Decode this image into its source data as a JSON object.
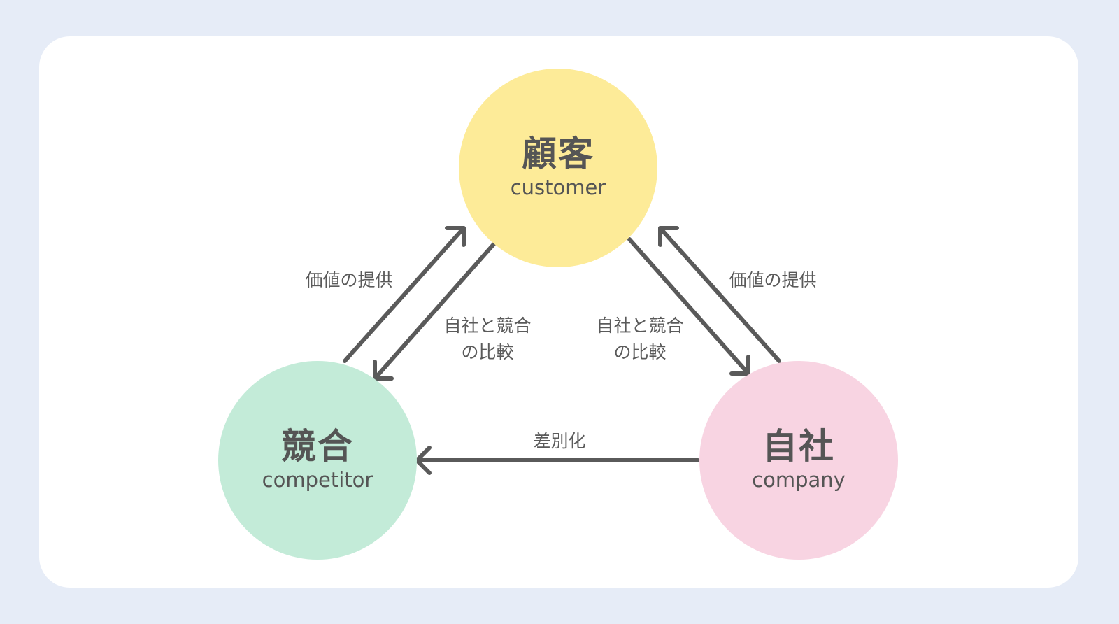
{
  "colors": {
    "background": "#e6ecf7",
    "card": "#ffffff",
    "customer": "#fdeb98",
    "competitor": "#c3ebd8",
    "company": "#f8d4e2",
    "arrow": "#5a5a5a",
    "text": "#555555"
  },
  "nodes": {
    "customer": {
      "jp": "顧客",
      "en": "customer"
    },
    "competitor": {
      "jp": "競合",
      "en": "competitor"
    },
    "company": {
      "jp": "自社",
      "en": "company"
    }
  },
  "edges": {
    "competitor_to_customer": "価値の提供",
    "company_to_customer": "価値の提供",
    "customer_to_competitor": {
      "line1": "自社と競合",
      "line2": "の比較"
    },
    "customer_to_company": {
      "line1": "自社と競合",
      "line2": "の比較"
    },
    "company_to_competitor": "差別化"
  }
}
